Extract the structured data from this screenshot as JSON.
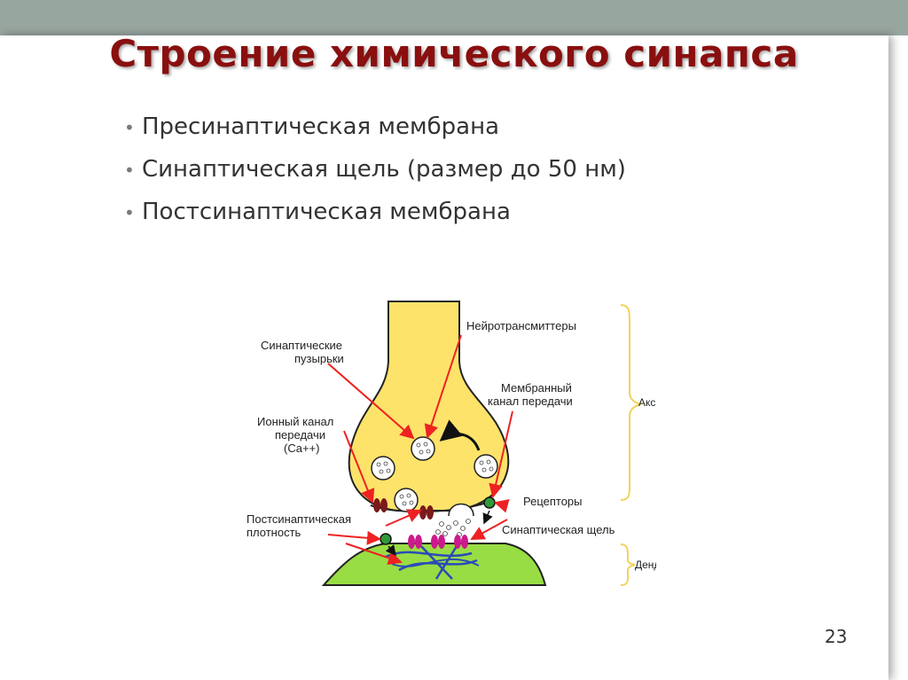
{
  "title": "Строение химического синапса",
  "bullets": [
    "Пресинаптическая мембрана",
    "Синаптическая щель (размер до 50 нм)",
    "Постсинаптическая мембрана"
  ],
  "page_number": "23",
  "diagram": {
    "labels": {
      "vesicles_1": "Синаптические",
      "vesicles_2": "пузырьки",
      "ion_channel_1": "Ионный канал",
      "ion_channel_2": "передачи",
      "ion_channel_3": "(Ca++)",
      "postsyn_density_1": "Постсинаптическая",
      "postsyn_density_2": "плотность",
      "neurotransmitters": "Нейротрансмиттеры",
      "membrane_channel_1": "Мембранный",
      "membrane_channel_2": "канал передачи",
      "receptors": "Рецепторы",
      "synaptic_cleft": "Синаптическая щель",
      "axon": "Аксон",
      "dendrite": "Дендрит"
    },
    "colors": {
      "axon": "#fde36a",
      "dendrite": "#99dd44",
      "arrow": "#ee2222",
      "brace": "#f2d35a",
      "channel": "#7a1a1a",
      "receptor": "#cc1a8c",
      "green_receptor": "#2e9a3a"
    }
  }
}
